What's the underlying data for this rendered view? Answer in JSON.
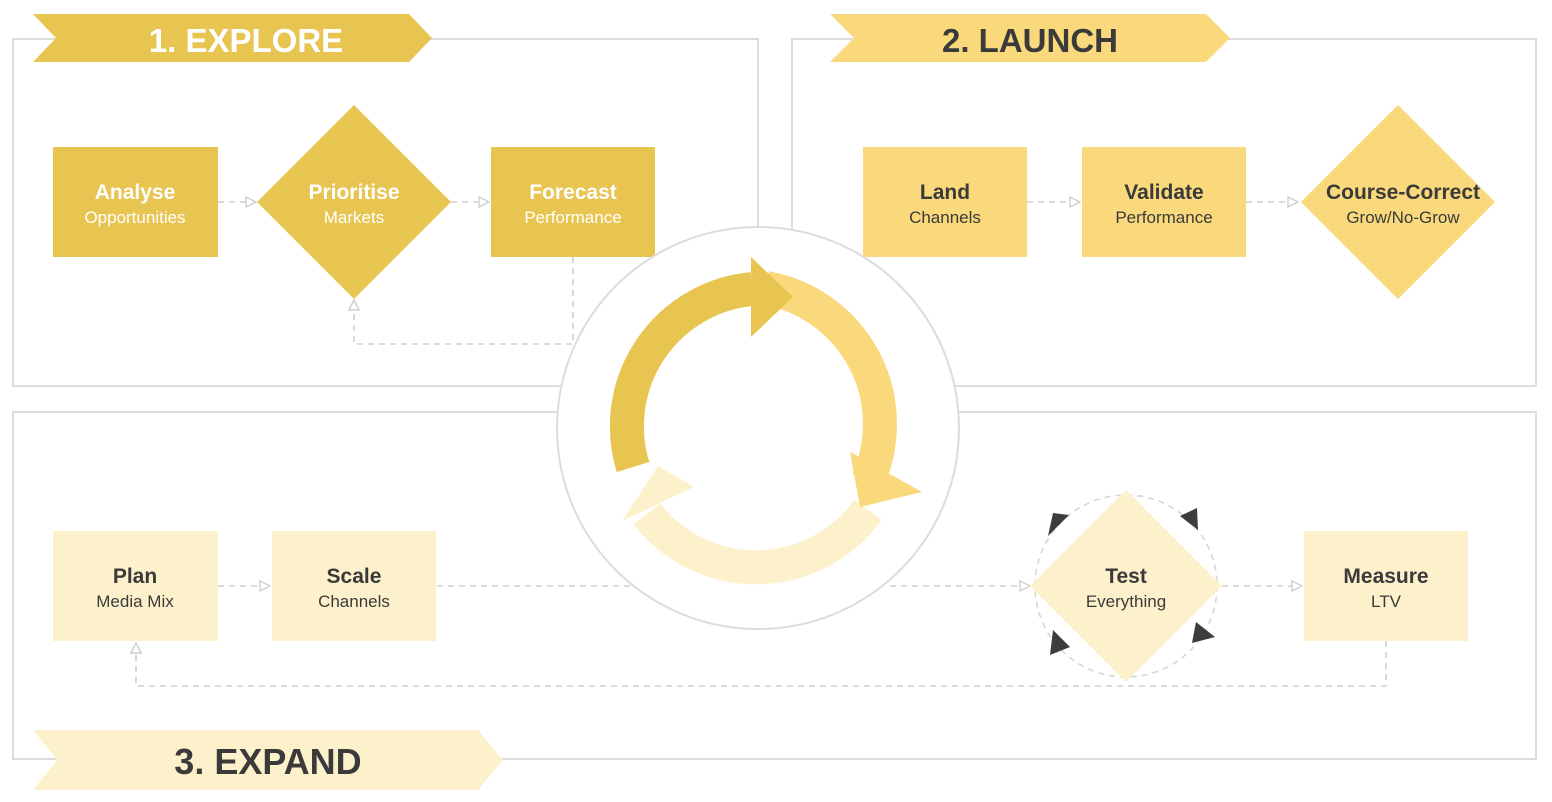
{
  "colors": {
    "explore": "#e8c451",
    "launch": "#f9d97b",
    "expand": "#fdf1cc",
    "text_dark": "#3a3a3a",
    "text_light": "#ffffff",
    "frame": "#dcdcdc",
    "connector": "#cfcfcf",
    "arrowhead": "#3d3d3d"
  },
  "explore": {
    "title": "1. EXPLORE",
    "steps": [
      {
        "title": "Analyse",
        "subtitle": "Opportunities"
      },
      {
        "title": "Prioritise",
        "subtitle": "Markets"
      },
      {
        "title": "Forecast",
        "subtitle": "Performance"
      }
    ]
  },
  "launch": {
    "title": "2. LAUNCH",
    "steps": [
      {
        "title": "Land",
        "subtitle": "Channels"
      },
      {
        "title": "Validate",
        "subtitle": "Performance"
      },
      {
        "title": "Course-Correct",
        "subtitle": "Grow/No-Grow"
      }
    ]
  },
  "expand": {
    "title": "3. EXPAND",
    "steps": [
      {
        "title": "Plan",
        "subtitle": "Media Mix"
      },
      {
        "title": "Scale",
        "subtitle": "Channels"
      },
      {
        "title": "Test",
        "subtitle": "Everything"
      },
      {
        "title": "Measure",
        "subtitle": "LTV"
      }
    ]
  },
  "icons": {
    "center": "cycle-arrows-icon",
    "test_loop": "refresh-loop-icon"
  }
}
